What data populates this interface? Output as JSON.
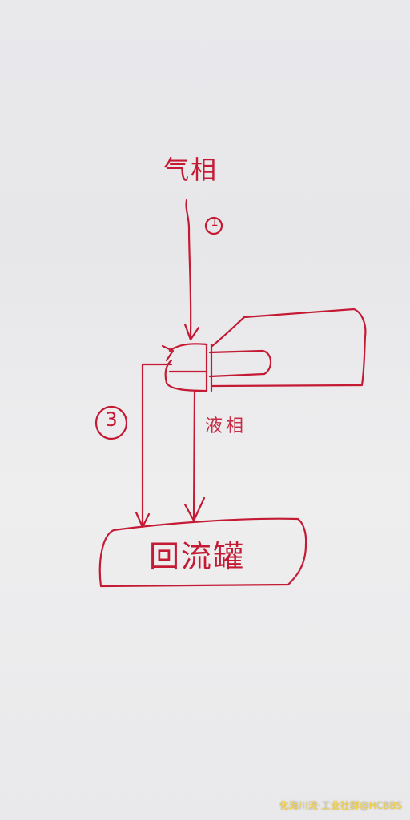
{
  "diagram": {
    "gas_label": "气相",
    "liquid_label": "液相",
    "tank_label": "回流罐",
    "step_one": "1",
    "step_three": "3"
  },
  "watermark": {
    "text": "化海川流·工业社群@HCBBS"
  },
  "colors": {
    "ink": "#c41a34",
    "board": "#ececee",
    "watermark": "#f4d03f"
  }
}
